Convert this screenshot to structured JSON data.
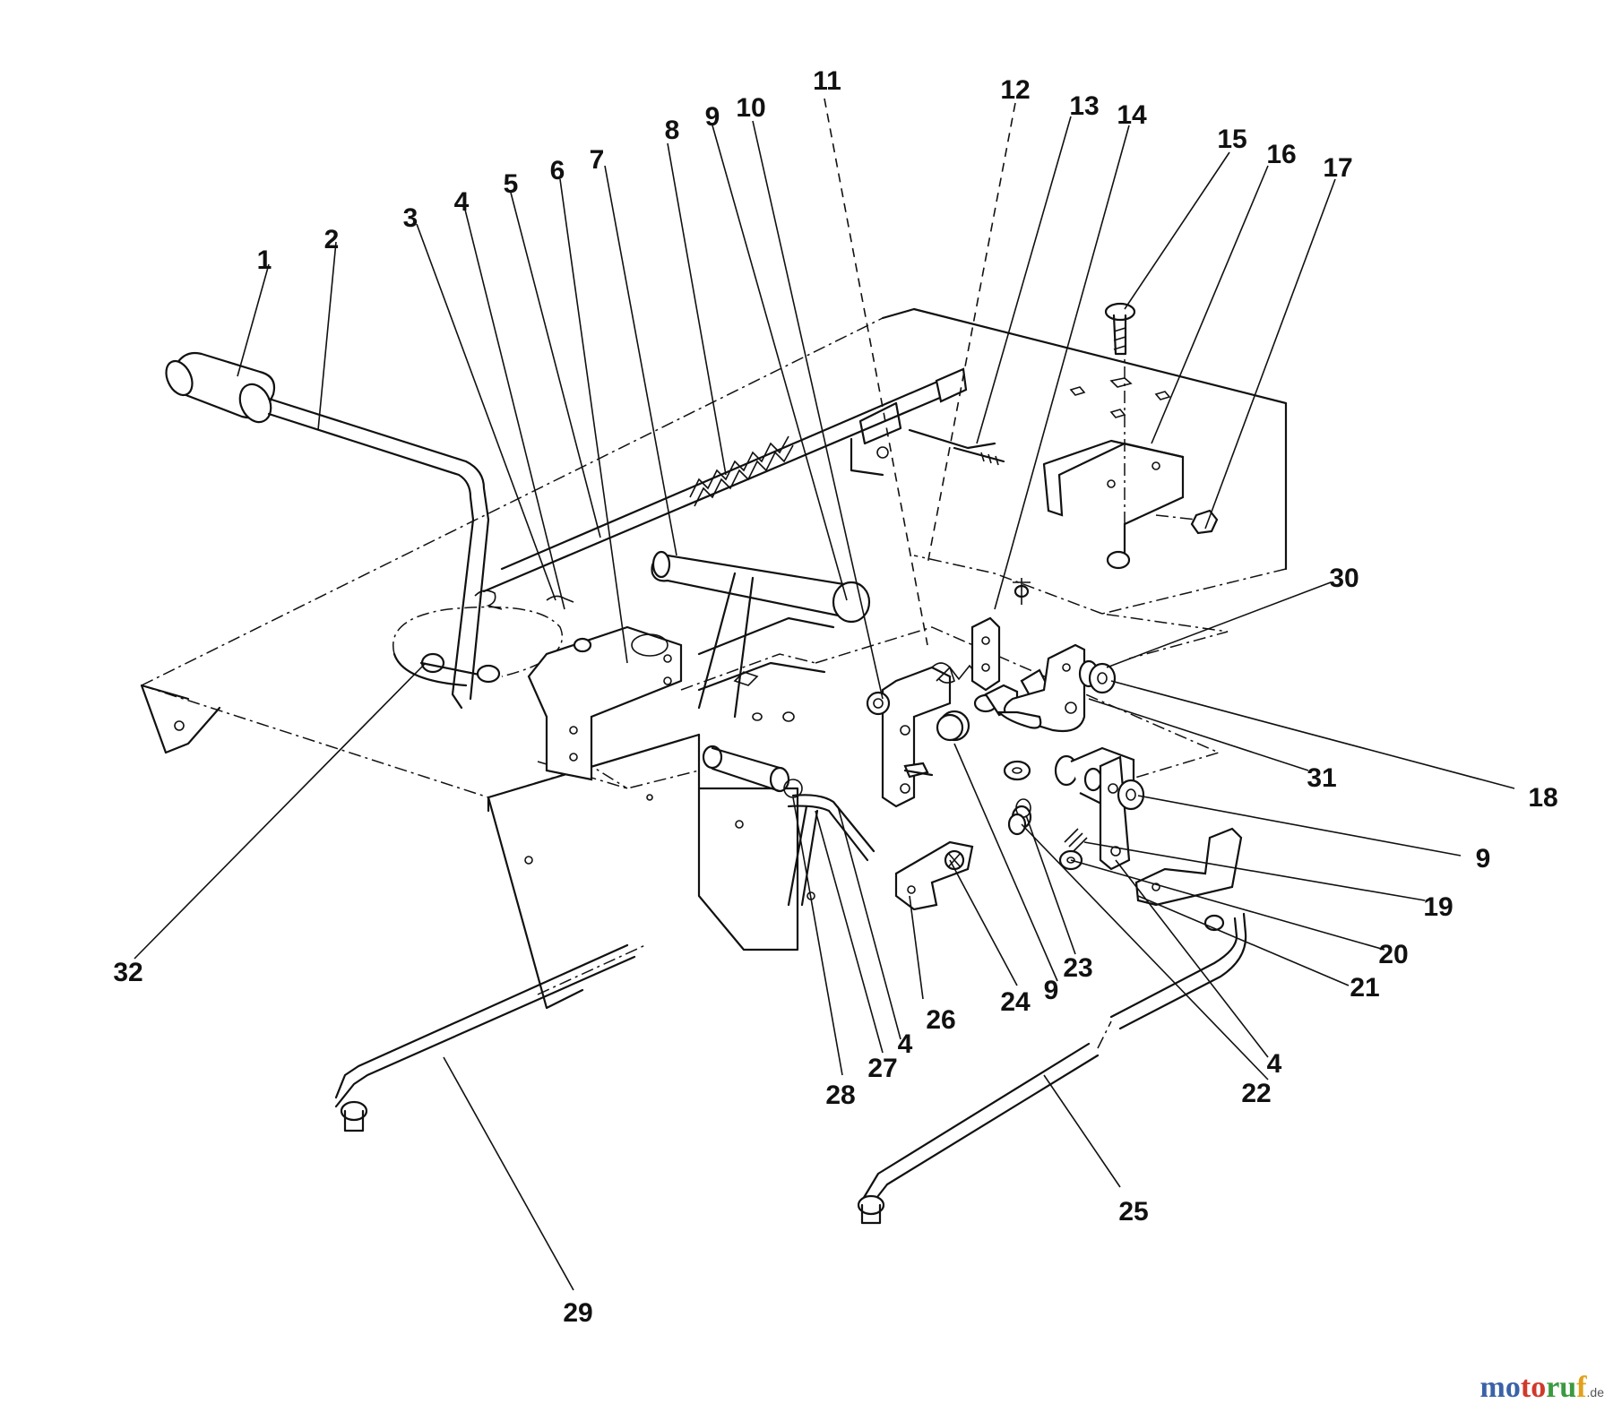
{
  "callouts": [
    {
      "id": "c1",
      "text": "1"
    },
    {
      "id": "c2",
      "text": "2"
    },
    {
      "id": "c3",
      "text": "3"
    },
    {
      "id": "c4a",
      "text": "4"
    },
    {
      "id": "c5",
      "text": "5"
    },
    {
      "id": "c6",
      "text": "6"
    },
    {
      "id": "c7",
      "text": "7"
    },
    {
      "id": "c8",
      "text": "8"
    },
    {
      "id": "c9a",
      "text": "9"
    },
    {
      "id": "c10",
      "text": "10"
    },
    {
      "id": "c11",
      "text": "11"
    },
    {
      "id": "c12",
      "text": "12"
    },
    {
      "id": "c13",
      "text": "13"
    },
    {
      "id": "c14",
      "text": "14"
    },
    {
      "id": "c15",
      "text": "15"
    },
    {
      "id": "c16",
      "text": "16"
    },
    {
      "id": "c17",
      "text": "17"
    },
    {
      "id": "c30",
      "text": "30"
    },
    {
      "id": "c31",
      "text": "31"
    },
    {
      "id": "c18",
      "text": "18"
    },
    {
      "id": "c9b",
      "text": "9"
    },
    {
      "id": "c19",
      "text": "19"
    },
    {
      "id": "c20",
      "text": "20"
    },
    {
      "id": "c21",
      "text": "21"
    },
    {
      "id": "c4b",
      "text": "4"
    },
    {
      "id": "c22",
      "text": "22"
    },
    {
      "id": "c23",
      "text": "23"
    },
    {
      "id": "c9c",
      "text": "9"
    },
    {
      "id": "c24",
      "text": "24"
    },
    {
      "id": "c26",
      "text": "26"
    },
    {
      "id": "c4c",
      "text": "4"
    },
    {
      "id": "c27",
      "text": "27"
    },
    {
      "id": "c28",
      "text": "28"
    },
    {
      "id": "c32",
      "text": "32"
    },
    {
      "id": "c29",
      "text": "29"
    },
    {
      "id": "c25",
      "text": "25"
    }
  ],
  "watermark": {
    "part1": "mo",
    "part2": "to",
    "part3": "ru",
    "part4": "f",
    "tld": ".de"
  }
}
